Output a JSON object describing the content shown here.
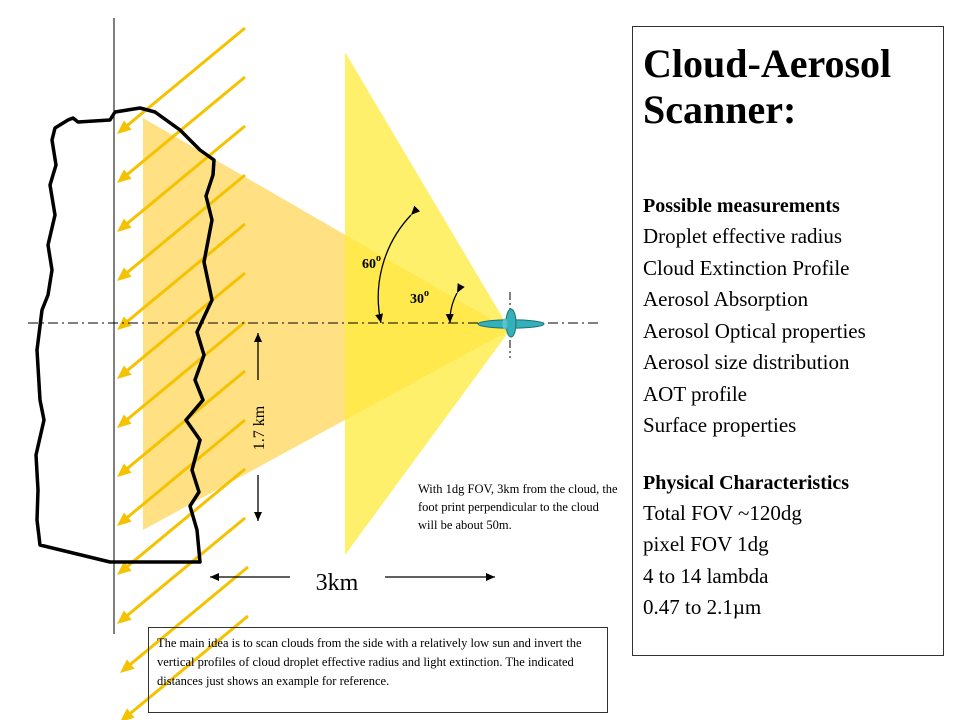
{
  "info": {
    "title_line1": "Cloud-Aerosol",
    "title_line2": "Scanner:",
    "measurements_heading": "Possible measurements",
    "measurements": [
      "Droplet effective radius",
      "Cloud Extinction Profile",
      "Aerosol Absorption",
      "Aerosol Optical properties",
      "Aerosol size distribution",
      "AOT profile",
      "Surface properties"
    ],
    "physical_heading": "Physical Characteristics",
    "physical": [
      "Total FOV ~120dg",
      "pixel FOV 1dg",
      "4 to 14 lambda",
      "0.47 to 2.1µm"
    ]
  },
  "labels": {
    "angle_outer": "60",
    "angle_inner": "30",
    "degree_mark": "o",
    "height": "1.7 km",
    "distance": "3km"
  },
  "notes": {
    "fov": "With 1dg FOV, 3km from the cloud, the foot print perpendicular to the cloud will be about 50m.",
    "main": "The main idea is to scan clouds from the side with a relatively low sun and invert the vertical profiles of cloud droplet effective radius and light extinction. The indicated distances just shows an example for reference."
  },
  "colors": {
    "sun_ray": "#f5c200",
    "scan_wide": "#ffd75a",
    "scan_narrow": "#ffeb3b",
    "aircraft": "#33b0b8"
  }
}
